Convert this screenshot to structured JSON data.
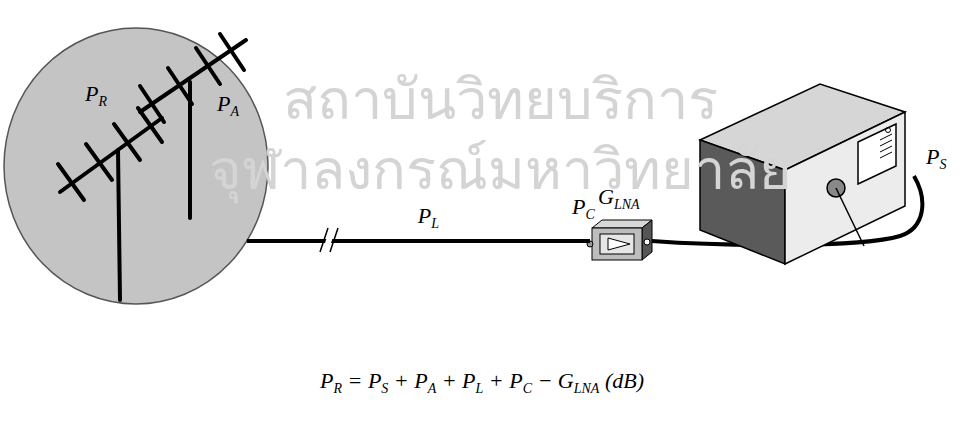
{
  "diagram": {
    "nodes": [
      {
        "text": [
          "PR",
          "PA"
        ]
      },
      {
        "text": [
          "GLNA"
        ]
      }
    ],
    "edges": [
      {
        "from": 0,
        "to": 1,
        "arrow": "none",
        "label": "PL"
      }
    ],
    "labels": [
      "PC",
      "PS",
      "PR = PS + PA + PL + PC − GLNA (dB)",
      "สถาบันวิทยบริการ",
      "จุฬาลงกรณ์มหาวิทยาลัย"
    ]
  }
}
